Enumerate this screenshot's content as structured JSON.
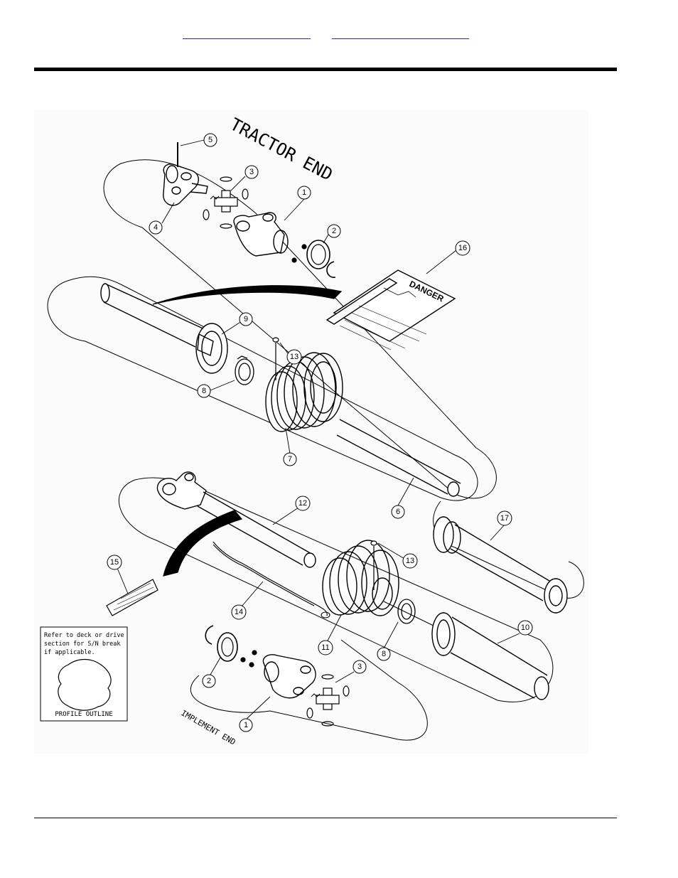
{
  "header": {
    "links": [
      "",
      ""
    ]
  },
  "diagram": {
    "labels": {
      "tractor_end": "TRACTOR END",
      "implement_end": "IMPLEMENT END"
    },
    "callouts": {
      "c1a": "1",
      "c1b": "1",
      "c2a": "2",
      "c2b": "2",
      "c3a": "3",
      "c3b": "3",
      "c4": "4",
      "c5": "5",
      "c6": "6",
      "c7": "7",
      "c8a": "8",
      "c8b": "8",
      "c9": "9",
      "c10": "10",
      "c11": "11",
      "c12": "12",
      "c13a": "13",
      "c13b": "13",
      "c14": "14",
      "c15": "15",
      "c16": "16",
      "c17": "17"
    },
    "decal_title": "DANGER",
    "note": {
      "line1": "Refer to deck or drive",
      "line2": "section for S/N break",
      "line3": "if applicable.",
      "caption": "PROFILE OUTLINE"
    }
  }
}
